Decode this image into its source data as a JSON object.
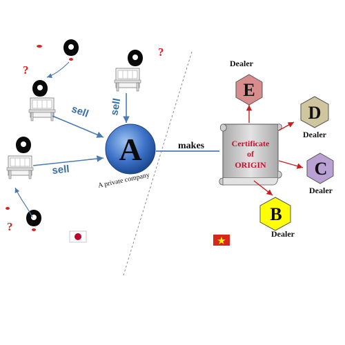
{
  "company": {
    "letter": "A",
    "label": "A private company"
  },
  "actions": {
    "sell": "sell",
    "makes": "makes"
  },
  "unknown_mark": "?",
  "certificate": {
    "line1": "Certificate",
    "line2": "of",
    "line3": "ORIGIN"
  },
  "dealers": [
    {
      "letter": "E",
      "label": "Dealer",
      "color": "#d98c8c"
    },
    {
      "letter": "D",
      "label": "Dealer",
      "color": "#cfc69f"
    },
    {
      "letter": "C",
      "label": "Dealer",
      "color": "#b9a1d4"
    },
    {
      "letter": "B",
      "label": "Dealer",
      "color": "#ffff00"
    }
  ],
  "flags": {
    "left": "japan-flag",
    "right": "vietnam-flag"
  },
  "colors": {
    "arrow_blue": "#4a7bb0",
    "arrow_red": "#c41e1e",
    "company_blue": "#3f74c9",
    "question_red": "#d92323"
  }
}
